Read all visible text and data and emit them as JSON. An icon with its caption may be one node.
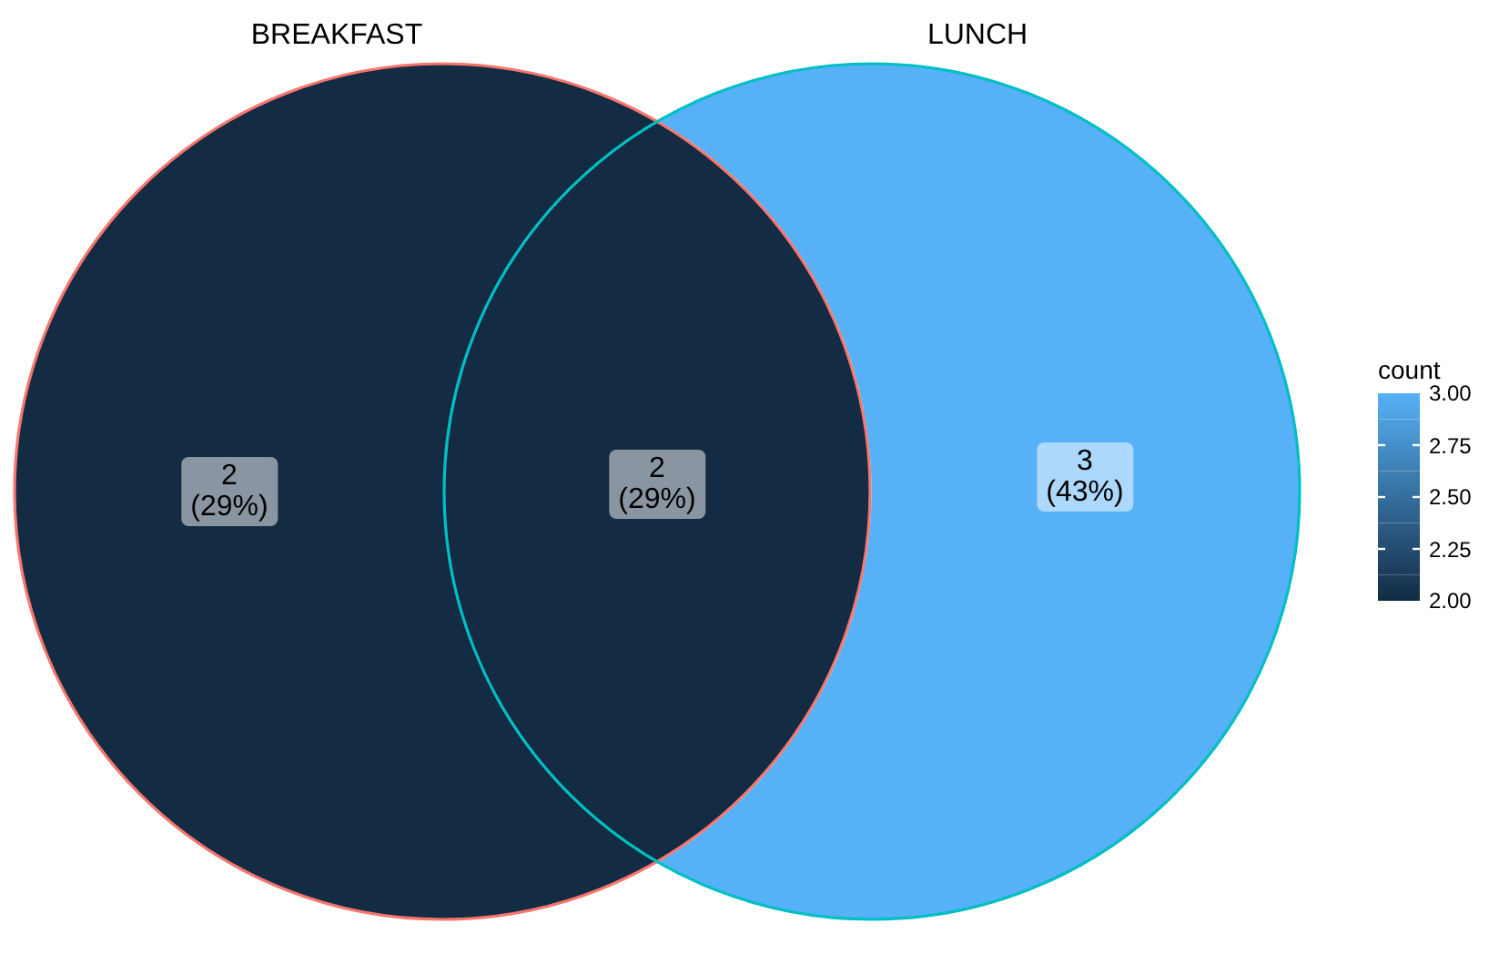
{
  "diagram": {
    "nodes": [
      {
        "text": [
          "BREAKFAST"
        ]
      },
      {
        "text": [
          "LUNCH"
        ]
      },
      {
        "text": [
          "2",
          "(29%)"
        ],
        "in": 0
      },
      {
        "text": [
          "2",
          "(29%)"
        ]
      },
      {
        "text": [
          "3",
          "(43%)"
        ],
        "in": 1
      }
    ],
    "labels": [
      "count"
    ],
    "legend": [
      {
        "text": "3.00",
        "color": "#56b1f7"
      },
      {
        "text": "2.75",
        "color": "#458fca"
      },
      {
        "text": "2.50",
        "color": "#356e9d"
      },
      {
        "text": "2.25",
        "color": "#244c70"
      },
      {
        "text": "2.00",
        "color": "#132b43"
      }
    ]
  }
}
